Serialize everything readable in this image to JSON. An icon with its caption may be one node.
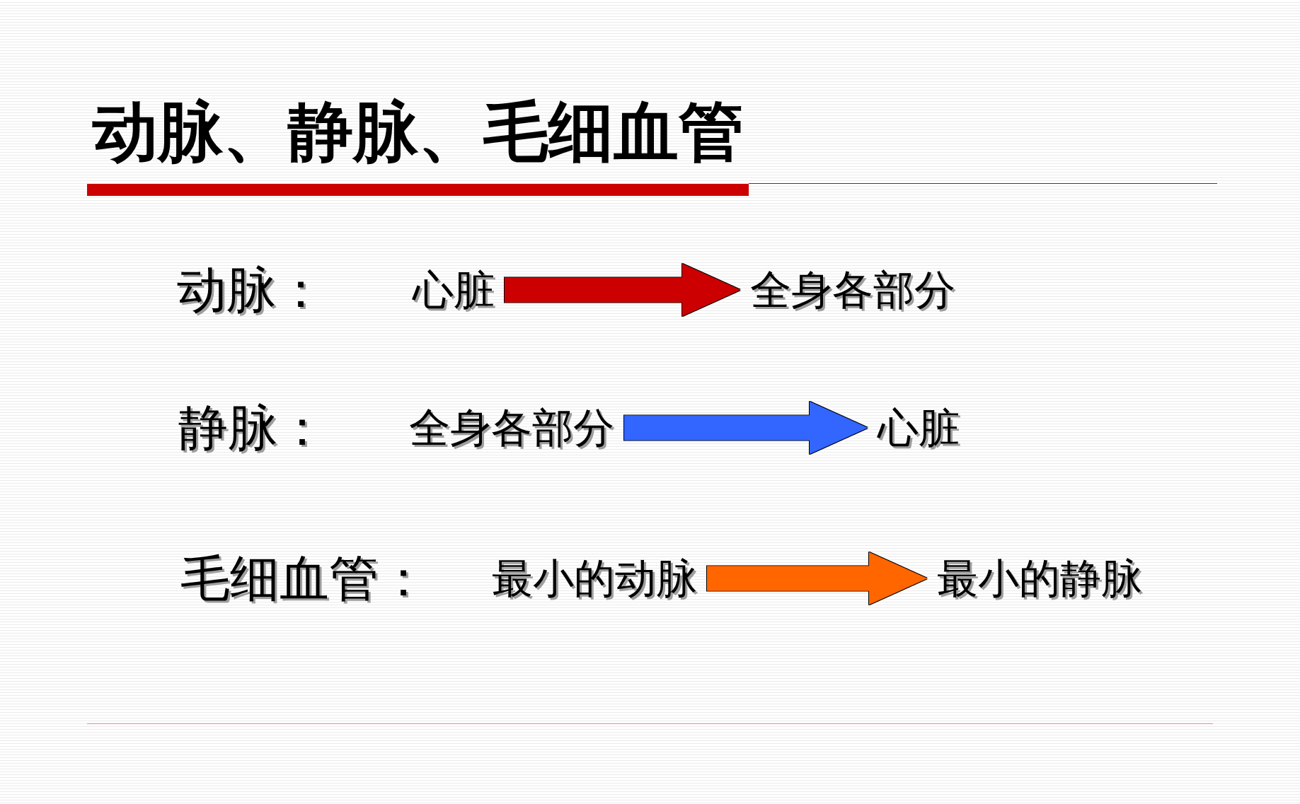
{
  "diagram": {
    "title": "动脉、静脉、毛细血管",
    "nodes": [
      {
        "text": [
          "心脏"
        ]
      },
      {
        "text": [
          "全身各部分"
        ]
      },
      {
        "text": [
          "全身各部分"
        ]
      },
      {
        "text": [
          "心脏"
        ]
      },
      {
        "text": [
          "最小的动脉"
        ]
      },
      {
        "text": [
          "最小的静脉"
        ]
      }
    ],
    "edges": [
      {
        "from": 0,
        "to": 1,
        "arrow": "to",
        "color": "#cc0000"
      },
      {
        "from": 2,
        "to": 3,
        "arrow": "to",
        "color": "#3366ff"
      },
      {
        "from": 4,
        "to": 5,
        "arrow": "to",
        "color": "#ff6600"
      }
    ],
    "labels": [
      "动脉：",
      "静脉：",
      "毛细血管："
    ]
  }
}
